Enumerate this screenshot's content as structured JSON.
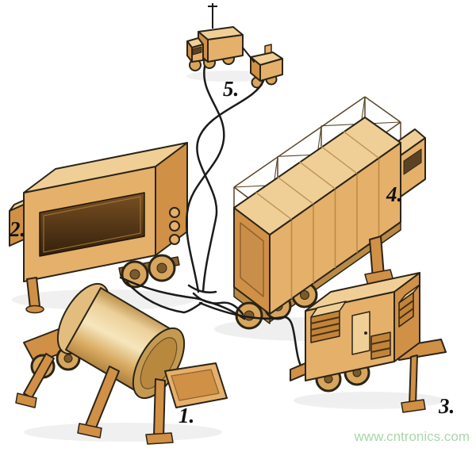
{
  "labels": {
    "unit1": "1.",
    "unit2": "2.",
    "unit3": "3.",
    "unit4": "4.",
    "unit5": "5."
  },
  "watermark": {
    "text": "www.cntronics.com",
    "color": "#9ed0a0"
  },
  "palette": {
    "background": "#ffffff",
    "body_light": "#f0cf97",
    "body_mid": "#e5b06a",
    "body_dark": "#d09045",
    "outline": "#2b2417",
    "cable": "#1b1b1b"
  },
  "components": [
    {
      "label_ref": "unit1",
      "name": "radar-antenna-trailer"
    },
    {
      "label_ref": "unit2",
      "name": "command-cabin-trailer"
    },
    {
      "label_ref": "unit3",
      "name": "generator-trailer"
    },
    {
      "label_ref": "unit4",
      "name": "launcher-truck"
    },
    {
      "label_ref": "unit5",
      "name": "antenna-mast-truck-and-trailer"
    }
  ]
}
